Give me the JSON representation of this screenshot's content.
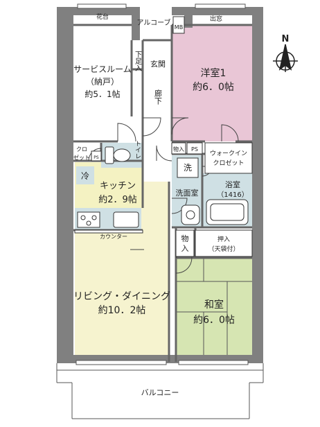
{
  "rooms": {
    "service_room": {
      "line1": "サービスルーム",
      "line2": "（納戸）",
      "line3": "約5．1帖"
    },
    "western_room": {
      "line1": "洋室1",
      "line2": "約6．0帖"
    },
    "kitchen": {
      "line1": "キッチン",
      "line2": "約2．9帖"
    },
    "living_dining": {
      "line1": "リビング・ダイニング",
      "line2": "約10．2帖"
    },
    "japanese_room": {
      "line1": "和室",
      "line2": "約6．0帖"
    },
    "bath": {
      "line1": "浴室",
      "line2": "（1416）"
    },
    "washroom": {
      "label": "洗面室"
    }
  },
  "labels": {
    "flower_stand": "花台",
    "alcove": "アルコーブ",
    "mb": "MB",
    "bay_window": "出窓",
    "shoe_box": "下足入",
    "entrance": "玄関",
    "corridor": "廊下",
    "toilet": "トイレ",
    "closet_1": "クロ",
    "closet_2": "ゼット",
    "ps_left": "PS",
    "storage_small": "物入",
    "ps_right": "PS",
    "walkin_1": "ウォークイン",
    "walkin_2": "クロゼット",
    "wash_mark": "洗",
    "fridge": "冷",
    "counter": "カウンター",
    "storage_mid_1": "物",
    "storage_mid_2": "入",
    "oshiire_1": "押入",
    "oshiire_2": "（天袋付）",
    "balcony": "バルコニー",
    "north": "N"
  },
  "colors": {
    "western_room": "#e9c6d6",
    "kitchen": "#f4f2c2",
    "living": "#f6f3cf",
    "japanese_room": "#d6e5b2",
    "wet_area": "#cfe0e4",
    "wall": "#808080"
  }
}
